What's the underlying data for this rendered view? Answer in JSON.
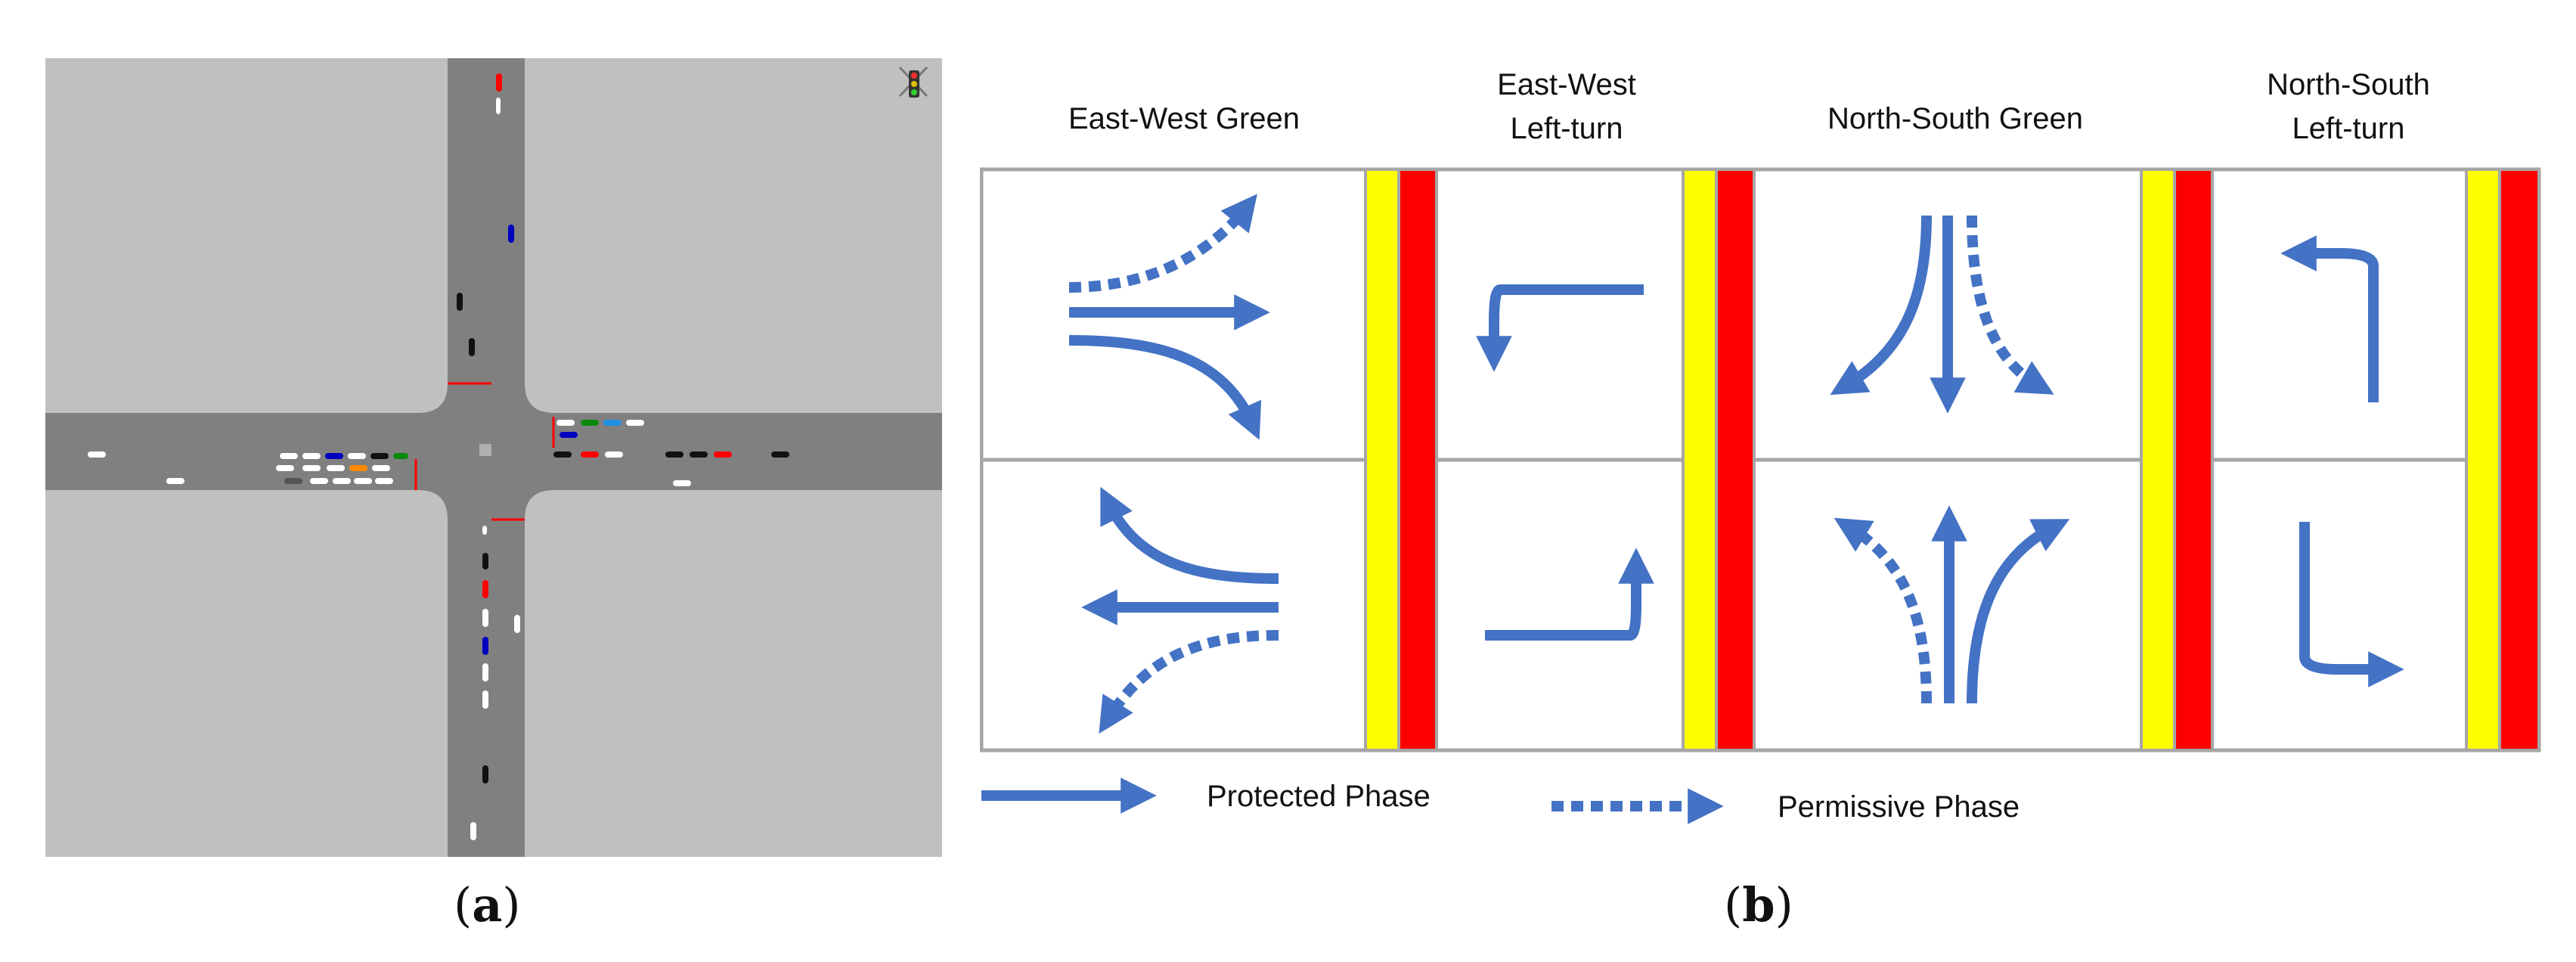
{
  "panel_a": {
    "caption_open": "(",
    "caption_letter": "a",
    "caption_close": ")",
    "colors": {
      "grass": "#c0c0c0",
      "road": "#808080",
      "stop_line": "#ff0000"
    },
    "icon": "traffic-light-icon"
  },
  "panel_b": {
    "caption_open": "(",
    "caption_letter": "b",
    "caption_close": ")",
    "phases": [
      {
        "title_lines": [
          "East-West Green"
        ]
      },
      {
        "title_lines": [
          "East-West",
          "Left-turn"
        ]
      },
      {
        "title_lines": [
          "North-South Green"
        ]
      },
      {
        "title_lines": [
          "North-South",
          "Left-turn"
        ]
      }
    ],
    "legend": {
      "protected": "Protected Phase",
      "permissive": "Permissive Phase"
    },
    "colors": {
      "arrow": "#4472c4",
      "yellow": "#ffff00",
      "red": "#ff0000",
      "border": "#a6a6a6"
    }
  }
}
